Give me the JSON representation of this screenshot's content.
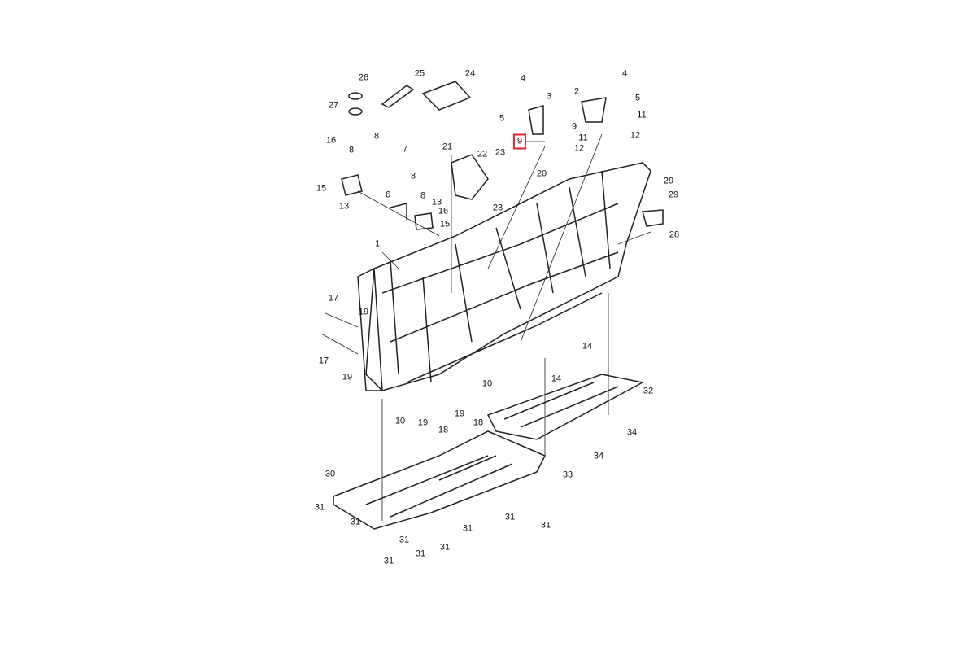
{
  "diagram": {
    "highlighted_part": "9",
    "highlight_color": "#e0242b",
    "callouts": [
      "26",
      "25",
      "24",
      "27",
      "4",
      "3",
      "5",
      "2",
      "4",
      "5",
      "11",
      "9",
      "12",
      "9",
      "11",
      "12",
      "16",
      "8",
      "7",
      "8",
      "21",
      "22",
      "23",
      "20",
      "15",
      "8",
      "29",
      "29",
      "6",
      "8",
      "13",
      "13",
      "16",
      "23",
      "15",
      "28",
      "1",
      "17",
      "19",
      "14",
      "17",
      "19",
      "14",
      "10",
      "32",
      "10",
      "19",
      "18",
      "19",
      "18",
      "34",
      "34",
      "33",
      "30",
      "31",
      "31",
      "31",
      "31",
      "31",
      "31",
      "31",
      "31",
      "31"
    ]
  }
}
